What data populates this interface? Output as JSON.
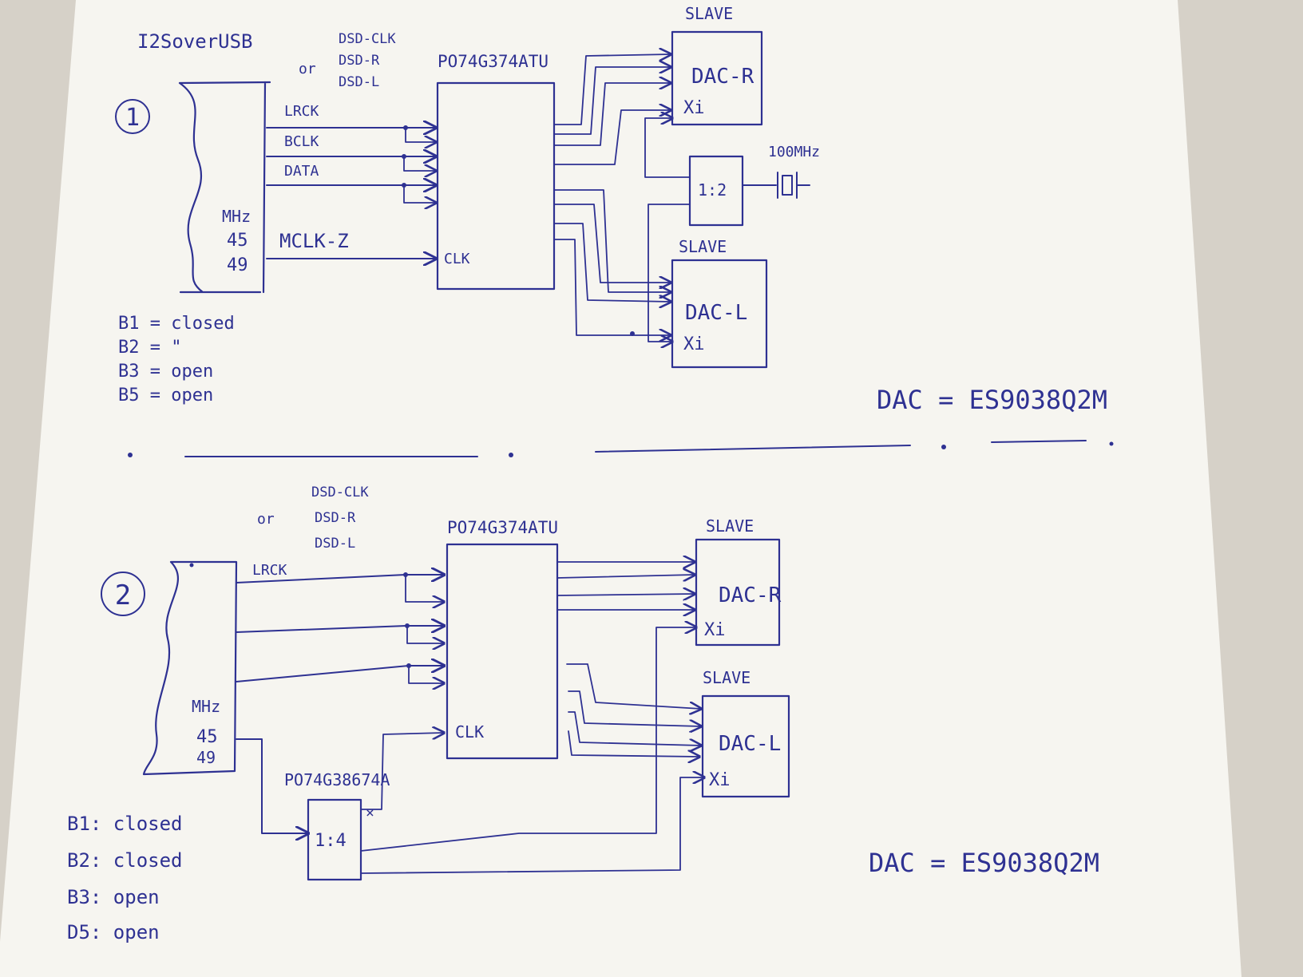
{
  "diagram1": {
    "number": "1",
    "source_label": "I2SoverUSB",
    "alt_or": "or",
    "alt_signals": [
      "DSD-CLK",
      "DSD-R",
      "DSD-L"
    ],
    "signals": [
      "LRCK",
      "BCLK",
      "DATA"
    ],
    "mclk_label": "MCLK-Z",
    "mhz_label": "MHz",
    "freq_45": "45",
    "freq_49": "49",
    "buffer_label": "PO74G374ATU",
    "clk_pin": "CLK",
    "dac_r": {
      "slave": "SLAVE",
      "name": "DAC-R",
      "xi": "Xi"
    },
    "dac_l": {
      "slave": "SLAVE",
      "name": "DAC-L",
      "xi": "Xi"
    },
    "divider_label": "1:2",
    "osc_label": "100MHz",
    "jumpers": [
      "B1 = closed",
      "B2 = \"",
      "B3 = open",
      "B5 = open"
    ],
    "dac_part": "DAC = ES9038Q2M"
  },
  "diagram2": {
    "number": "2",
    "alt_or": "or",
    "alt_signals": [
      "DSD-CLK",
      "DSD-R",
      "DSD-L"
    ],
    "signals": [
      "LRCK"
    ],
    "mhz_label": "MHz",
    "freq_45": "45",
    "freq_49": "49",
    "buffer_label": "PO74G374ATU",
    "clk_pin": "CLK",
    "fanout_label": "PO74G38674A",
    "fanout_ratio": "1:4",
    "dac_r": {
      "slave": "SLAVE",
      "name": "DAC-R",
      "xi": "Xi"
    },
    "dac_l": {
      "slave": "SLAVE",
      "name": "DAC-L",
      "xi": "Xi"
    },
    "jumpers": [
      "B1: closed",
      "B2: closed",
      "B3: open",
      "D5: open"
    ],
    "dac_part": "DAC = ES9038Q2M"
  },
  "colors": {
    "ink": "#2e3192",
    "paper": "#f6f5f0",
    "background": "#d6d1c8"
  }
}
